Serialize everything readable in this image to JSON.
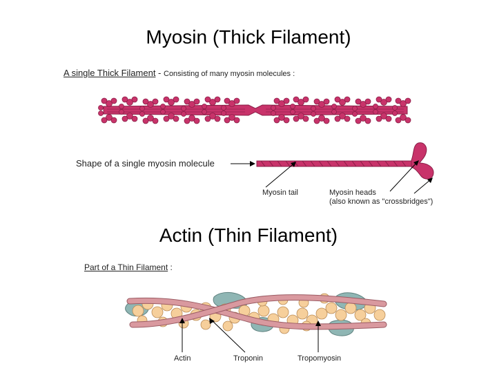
{
  "titles": {
    "myosin": "Myosin (Thick Filament)",
    "actin": "Actin (Thin Filament)"
  },
  "thick_filament": {
    "heading": "A single Thick Filament",
    "dash": " - ",
    "description": "Consisting of many myosin molecules :",
    "molecule_label": "Shape of a single myosin molecule",
    "tail_label": "Myosin tail",
    "heads_label": "Myosin heads",
    "heads_note": "(also known as \"crossbridges\")"
  },
  "thin_filament": {
    "heading": "Part of a Thin Filament",
    "colon": " :",
    "labels": {
      "actin": "Actin",
      "troponin": "Troponin",
      "tropomyosin": "Tropomyosin"
    }
  },
  "colors": {
    "myosin": "#c8336a",
    "myosin_dark": "#8a1e47",
    "actin": "#f6cf9b",
    "actin_outline": "#b98a55",
    "tropomyosin": "#d9999f",
    "troponin": "#8fb6b4"
  }
}
